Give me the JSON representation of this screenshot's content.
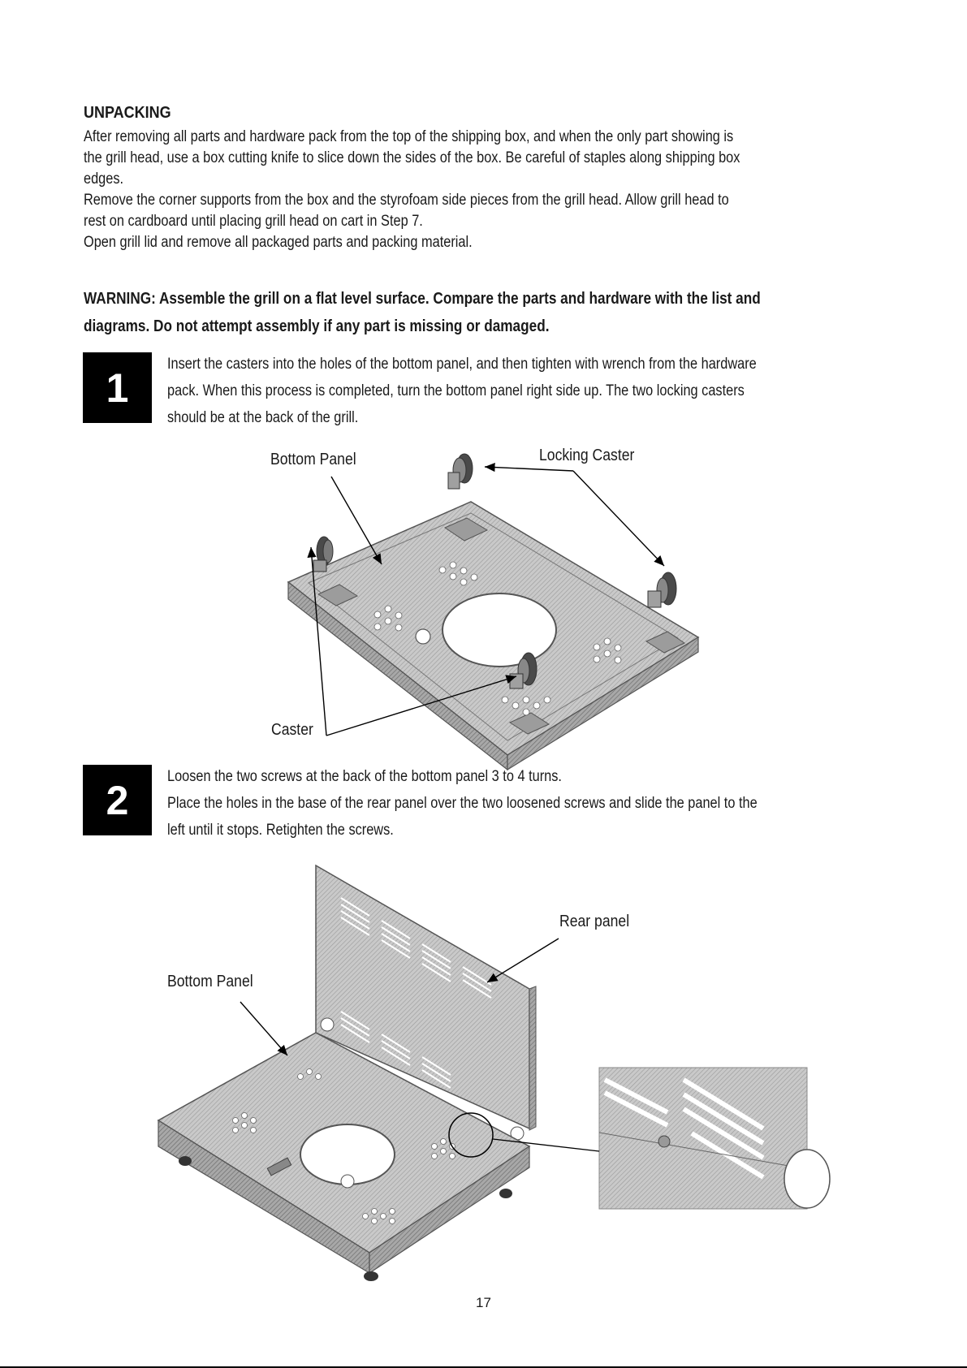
{
  "unpacking": {
    "heading": "UNPACKING",
    "paragraph": "After removing all parts and hardware pack from the top of the shipping box, and when the only part showing is\nthe grill head, use a box cutting knife to slice down the sides of the box. Be careful of staples along shipping box\nedges.\nRemove the corner supports from the box and the styrofoam side pieces from the grill head. Allow grill head to\nrest on cardboard until placing grill head on cart in Step 7.\nOpen grill lid and remove all packaged parts and packing material."
  },
  "warning": "WARNING: Assemble the grill on a flat level surface. Compare the parts and hardware with the list and\ndiagrams. Do not attempt assembly if any part is missing or damaged.",
  "step1": {
    "number": "1",
    "text": "Insert the casters into the holes of the bottom panel, and then tighten with wrench from the hardware\npack. When this process is completed, turn the bottom panel right side up. The two locking casters\nshould be at the back of the grill.",
    "labels": {
      "bottom_panel": "Bottom Panel",
      "locking_caster": "Locking Caster",
      "caster": "Caster"
    }
  },
  "step2": {
    "number": "2",
    "text": "Loosen the two screws at the back of the bottom panel 3 to 4 turns.\nPlace the holes in the base of the rear panel over the two loosened screws and slide the panel to the\nleft until it stops. Retighten the screws.",
    "labels": {
      "rear_panel": "Rear panel",
      "bottom_panel": "Bottom Panel"
    }
  },
  "page_number": "17"
}
